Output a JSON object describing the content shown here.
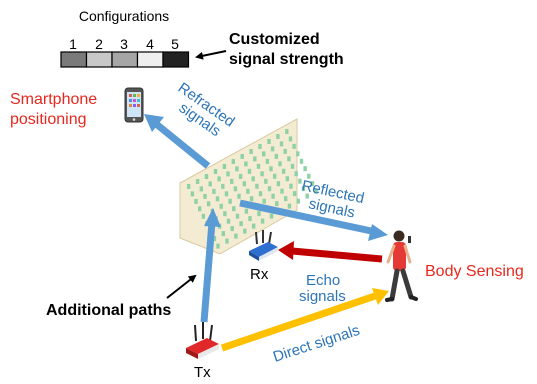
{
  "config": {
    "title": "Configurations",
    "levels": [
      "1",
      "2",
      "3",
      "4",
      "5"
    ],
    "cell_colors": [
      "#7a7a7a",
      "#c8c8c8",
      "#a6a6a6",
      "#efefef",
      "#222222"
    ]
  },
  "labels": {
    "customized_line1": "Customized",
    "customized_line2": "signal strength",
    "smartphone_line1": "Smartphone",
    "smartphone_line2": "positioning",
    "refracted_line1": "Refracted",
    "refracted_line2": "signals",
    "reflected_line1": "Reflected",
    "reflected_line2": "signals",
    "echo_line1": "Echo",
    "echo_line2": "signals",
    "direct": "Direct signals",
    "additional_paths": "Additional paths",
    "body_sensing": "Body Sensing",
    "rx": "Rx",
    "tx": "Tx"
  },
  "colors": {
    "accent_red": "#e8281e",
    "signal_blue": "#5b9bd5",
    "echo_red": "#c00000",
    "direct_yellow": "#ffc000",
    "surface_fill": "#f4ecd2",
    "surface_cell": "#8fd1a6",
    "text_blue": "#2e75b6"
  },
  "icons": [
    "smartphone-icon",
    "router-icon",
    "person-icon"
  ]
}
